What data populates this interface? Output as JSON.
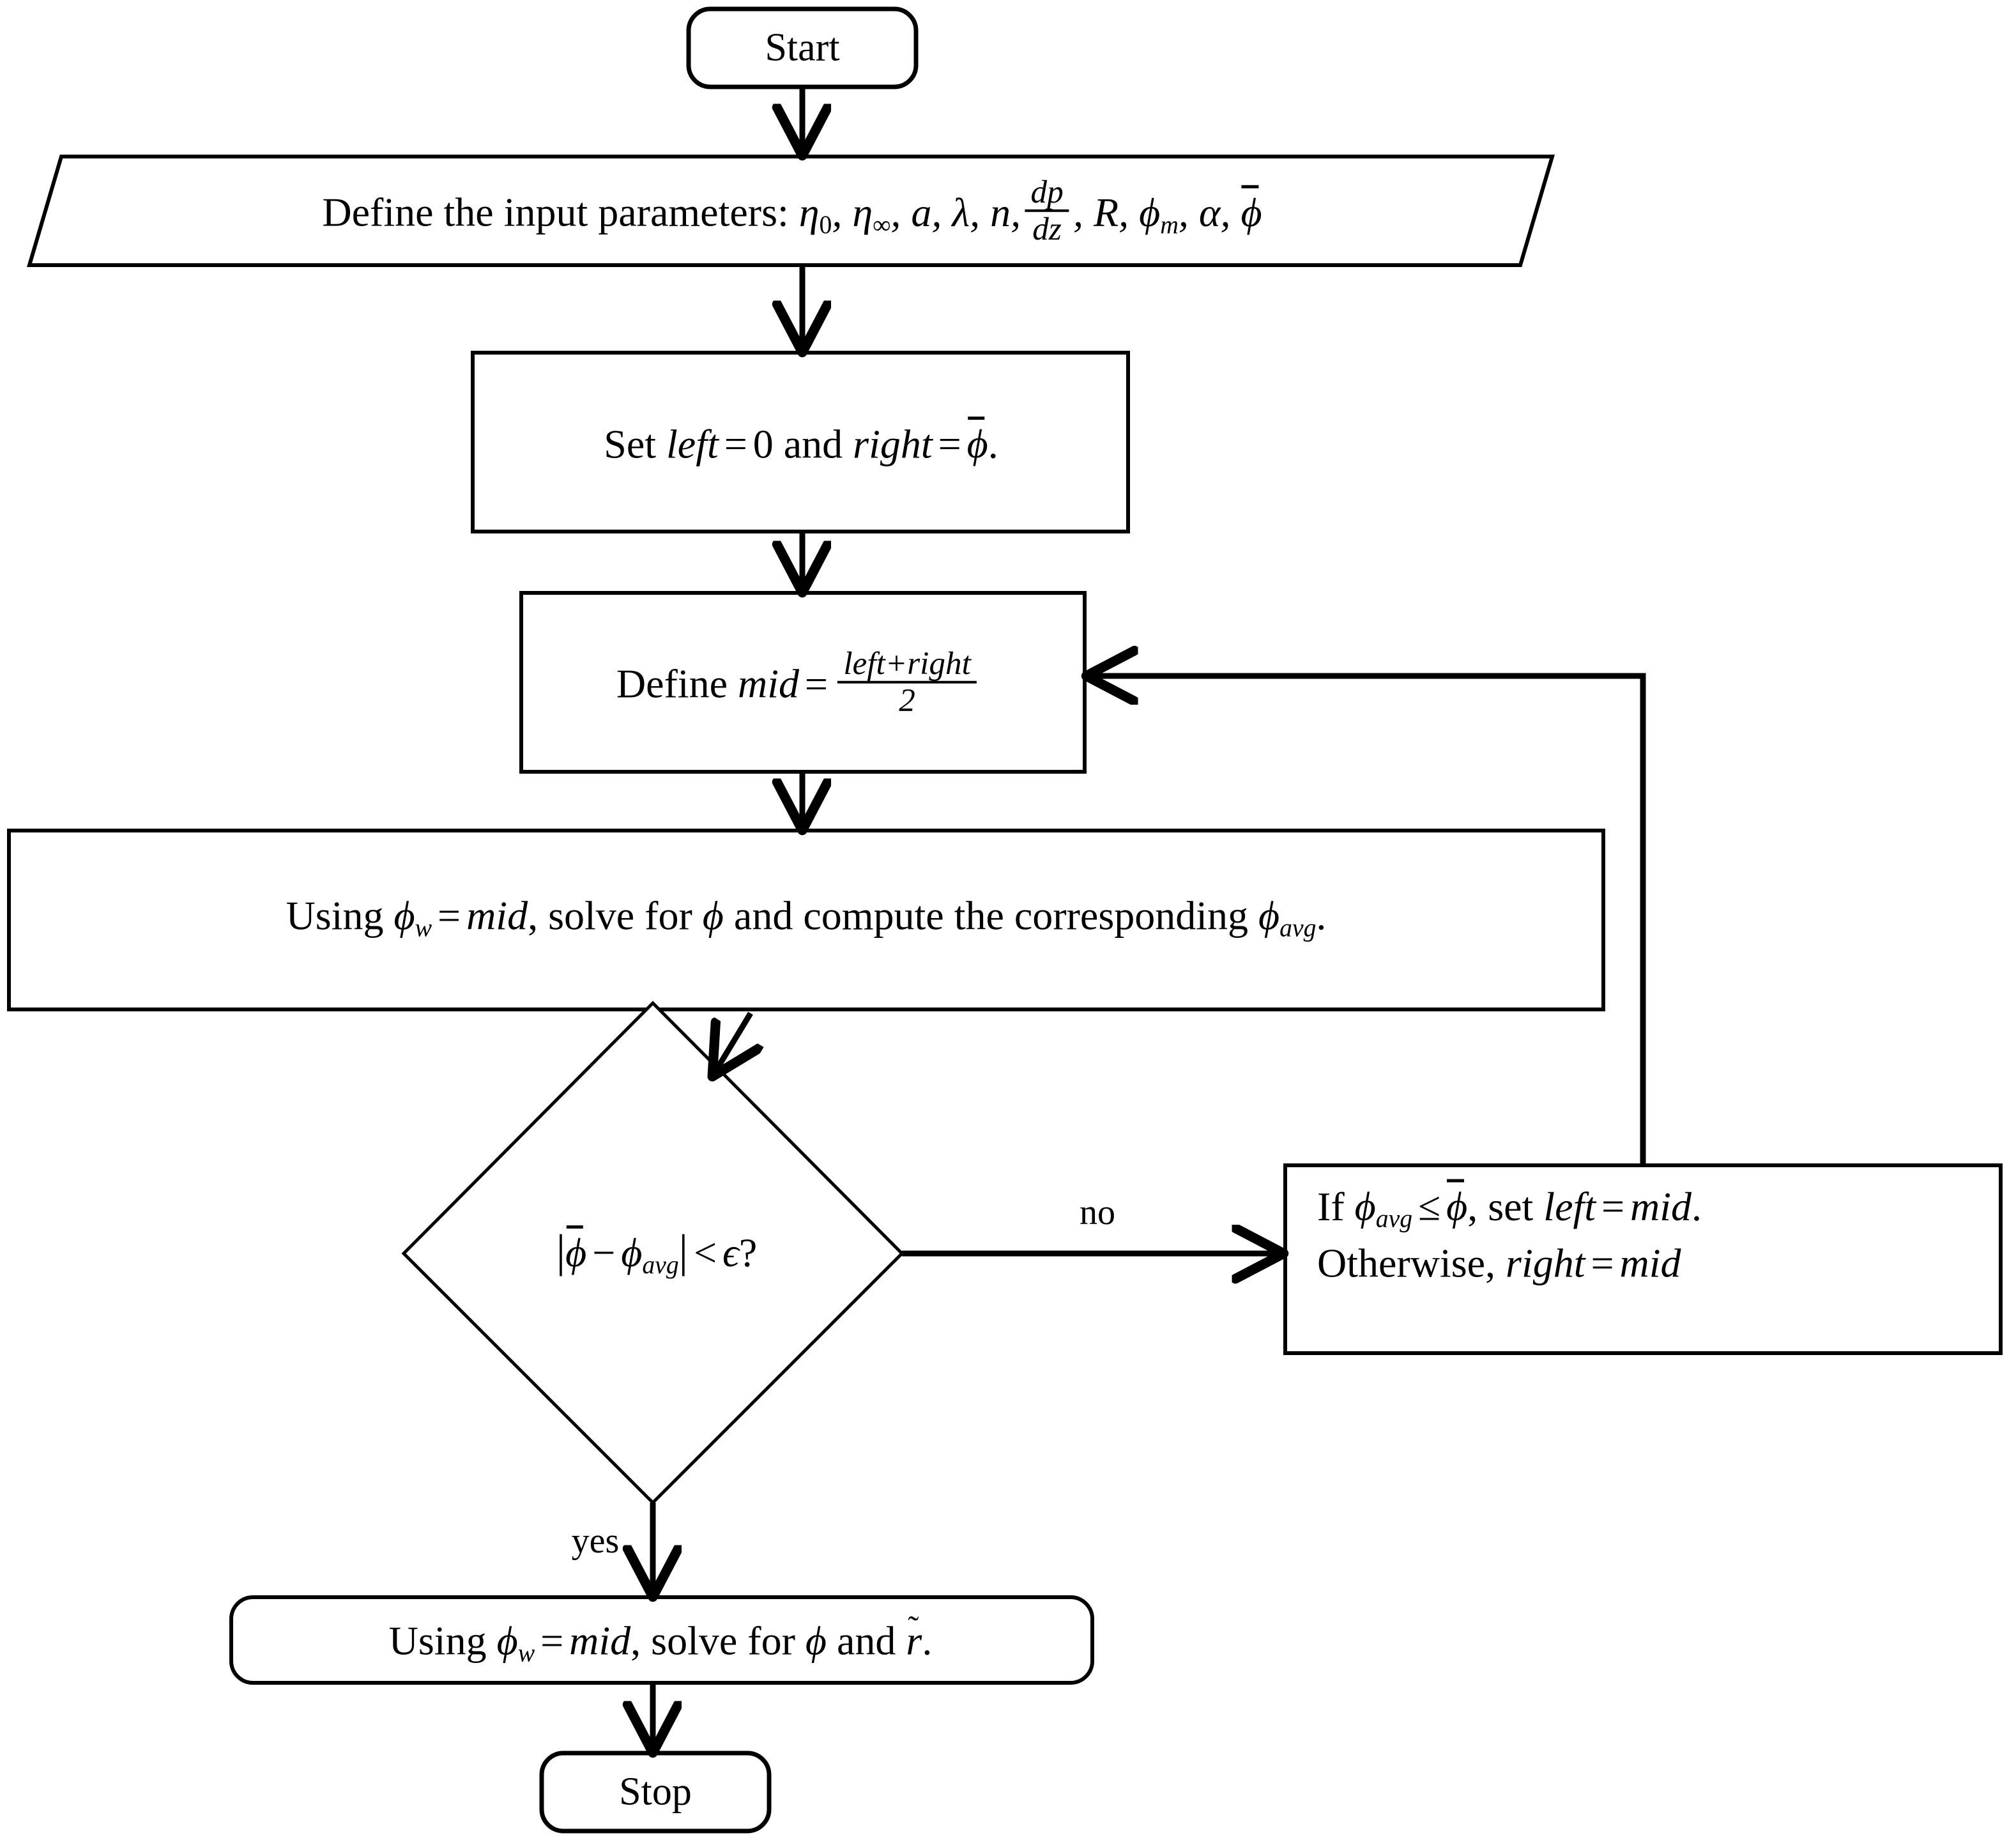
{
  "diagram": {
    "title": "Bisection algorithm flowchart",
    "background_color": "#ffffff",
    "line_color": "#000000"
  },
  "nodes": {
    "start": {
      "type": "terminal",
      "label": "Start"
    },
    "input_parameters": {
      "type": "input-output",
      "label_prefix": "Define the input parameters:",
      "parameters": [
        "η₀",
        "η∞",
        "a",
        "λ",
        "n",
        "dp/dz",
        "R",
        "ϕₘ",
        "α",
        "ϕ̄"
      ],
      "text_plain": "Define the input parameters: η₀, η∞, a, λ, n, dp/dz, R, ϕₘ, α, ϕ̄"
    },
    "set_bounds": {
      "type": "process",
      "text_plain": "Set left = 0 and right = ϕ̄.",
      "pre": "Set",
      "var_left": "left",
      "eq1": "=",
      "val_left": "0",
      "conj": "and",
      "var_right": "right",
      "eq2": "=",
      "val_right": "ϕ̄",
      "period": "."
    },
    "define_mid": {
      "type": "process",
      "text_plain": "Define mid = (left+right)/2",
      "pre": "Define",
      "var": "mid",
      "eq": "=",
      "numerator": "left+right",
      "denominator": "2"
    },
    "solve_phi": {
      "type": "process",
      "text_plain": "Using ϕ_w = mid, solve for ϕ and compute the corresponding ϕ_avg.",
      "seg1": "Using",
      "var_phiw": "ϕ",
      "sub_w": "w",
      "eq": "=",
      "var_mid": "mid",
      "seg2": ", solve for",
      "var_phi": "ϕ",
      "seg3": "and compute the corresponding",
      "var_phiavg": "ϕ",
      "sub_avg": "avg",
      "period": "."
    },
    "decision": {
      "type": "decision",
      "text_plain": "|ϕ̄ − ϕ_avg| < ϵ?",
      "bar_open": "|",
      "phi_bar": "ϕ̄",
      "minus": "−",
      "phi": "ϕ",
      "sub_avg": "avg",
      "bar_close": "|",
      "lt": "<",
      "epsilon": "ϵ",
      "question": "?"
    },
    "update_bounds": {
      "type": "process",
      "line1_plain": "If ϕ_avg ≤ ϕ̄, set left = mid.",
      "line2_plain": "Otherwise, right = mid",
      "l1_if": "If",
      "l1_phi": "ϕ",
      "l1_sub": "avg",
      "l1_le": "≤",
      "l1_phibar": "ϕ̄",
      "l1_comma_set": ", set",
      "l1_left": "left",
      "l1_eq": "=",
      "l1_mid": "mid",
      "l1_period": ".",
      "l2_otherwise": "Otherwise,",
      "l2_right": "right",
      "l2_eq": "=",
      "l2_mid": "mid"
    },
    "final_solve": {
      "type": "terminal-process",
      "text_plain": "Using ϕ_w = mid, solve for ϕ and r̃.",
      "seg1": "Using",
      "var_phiw": "ϕ",
      "sub_w": "w",
      "eq": "=",
      "var_mid": "mid",
      "seg2": ", solve for",
      "var_phi": "ϕ",
      "seg3": "and",
      "var_rtilde": "r",
      "period": "."
    },
    "stop": {
      "type": "terminal",
      "label": "Stop"
    }
  },
  "edges": [
    {
      "from": "start",
      "to": "input_parameters",
      "label": ""
    },
    {
      "from": "input_parameters",
      "to": "set_bounds",
      "label": ""
    },
    {
      "from": "set_bounds",
      "to": "define_mid",
      "label": ""
    },
    {
      "from": "define_mid",
      "to": "solve_phi",
      "label": ""
    },
    {
      "from": "solve_phi",
      "to": "decision",
      "label": ""
    },
    {
      "from": "decision",
      "to": "update_bounds",
      "label": "no"
    },
    {
      "from": "decision",
      "to": "final_solve",
      "label": "yes"
    },
    {
      "from": "update_bounds",
      "to": "define_mid",
      "label": ""
    },
    {
      "from": "final_solve",
      "to": "stop",
      "label": ""
    }
  ],
  "edge_labels": {
    "no": "no",
    "yes": "yes"
  }
}
